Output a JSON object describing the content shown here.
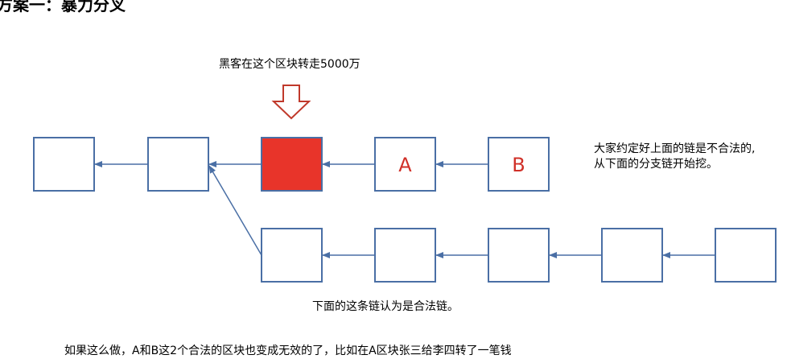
{
  "heading": "方案一：暴力分叉",
  "hacker_label": "黑客在这个区块转走5000万",
  "side_note_line1": "大家约定好上面的链是不合法的,",
  "side_note_line2": "从下面的分支链开始挖。",
  "lower_chain_label": "下面的这条链认为是合法链。",
  "bottom_text": "如果这么做，A和B这2个合法的区块也变成无效的了，比如在A区块张三给李四转了一笔钱",
  "blocks_top": [
    {
      "label": ""
    },
    {
      "label": ""
    },
    {
      "label": "",
      "highlight": true
    },
    {
      "label": "A"
    },
    {
      "label": "B"
    }
  ],
  "blocks_bottom": [
    {
      "label": ""
    },
    {
      "label": ""
    },
    {
      "label": ""
    },
    {
      "label": ""
    },
    {
      "label": ""
    }
  ],
  "colors": {
    "block_border": "#4a6fa5",
    "hacked_block": "#e8342a",
    "block_letter": "#d03028",
    "arrow": "#4a6fa5",
    "down_arrow": "#c0392b"
  }
}
